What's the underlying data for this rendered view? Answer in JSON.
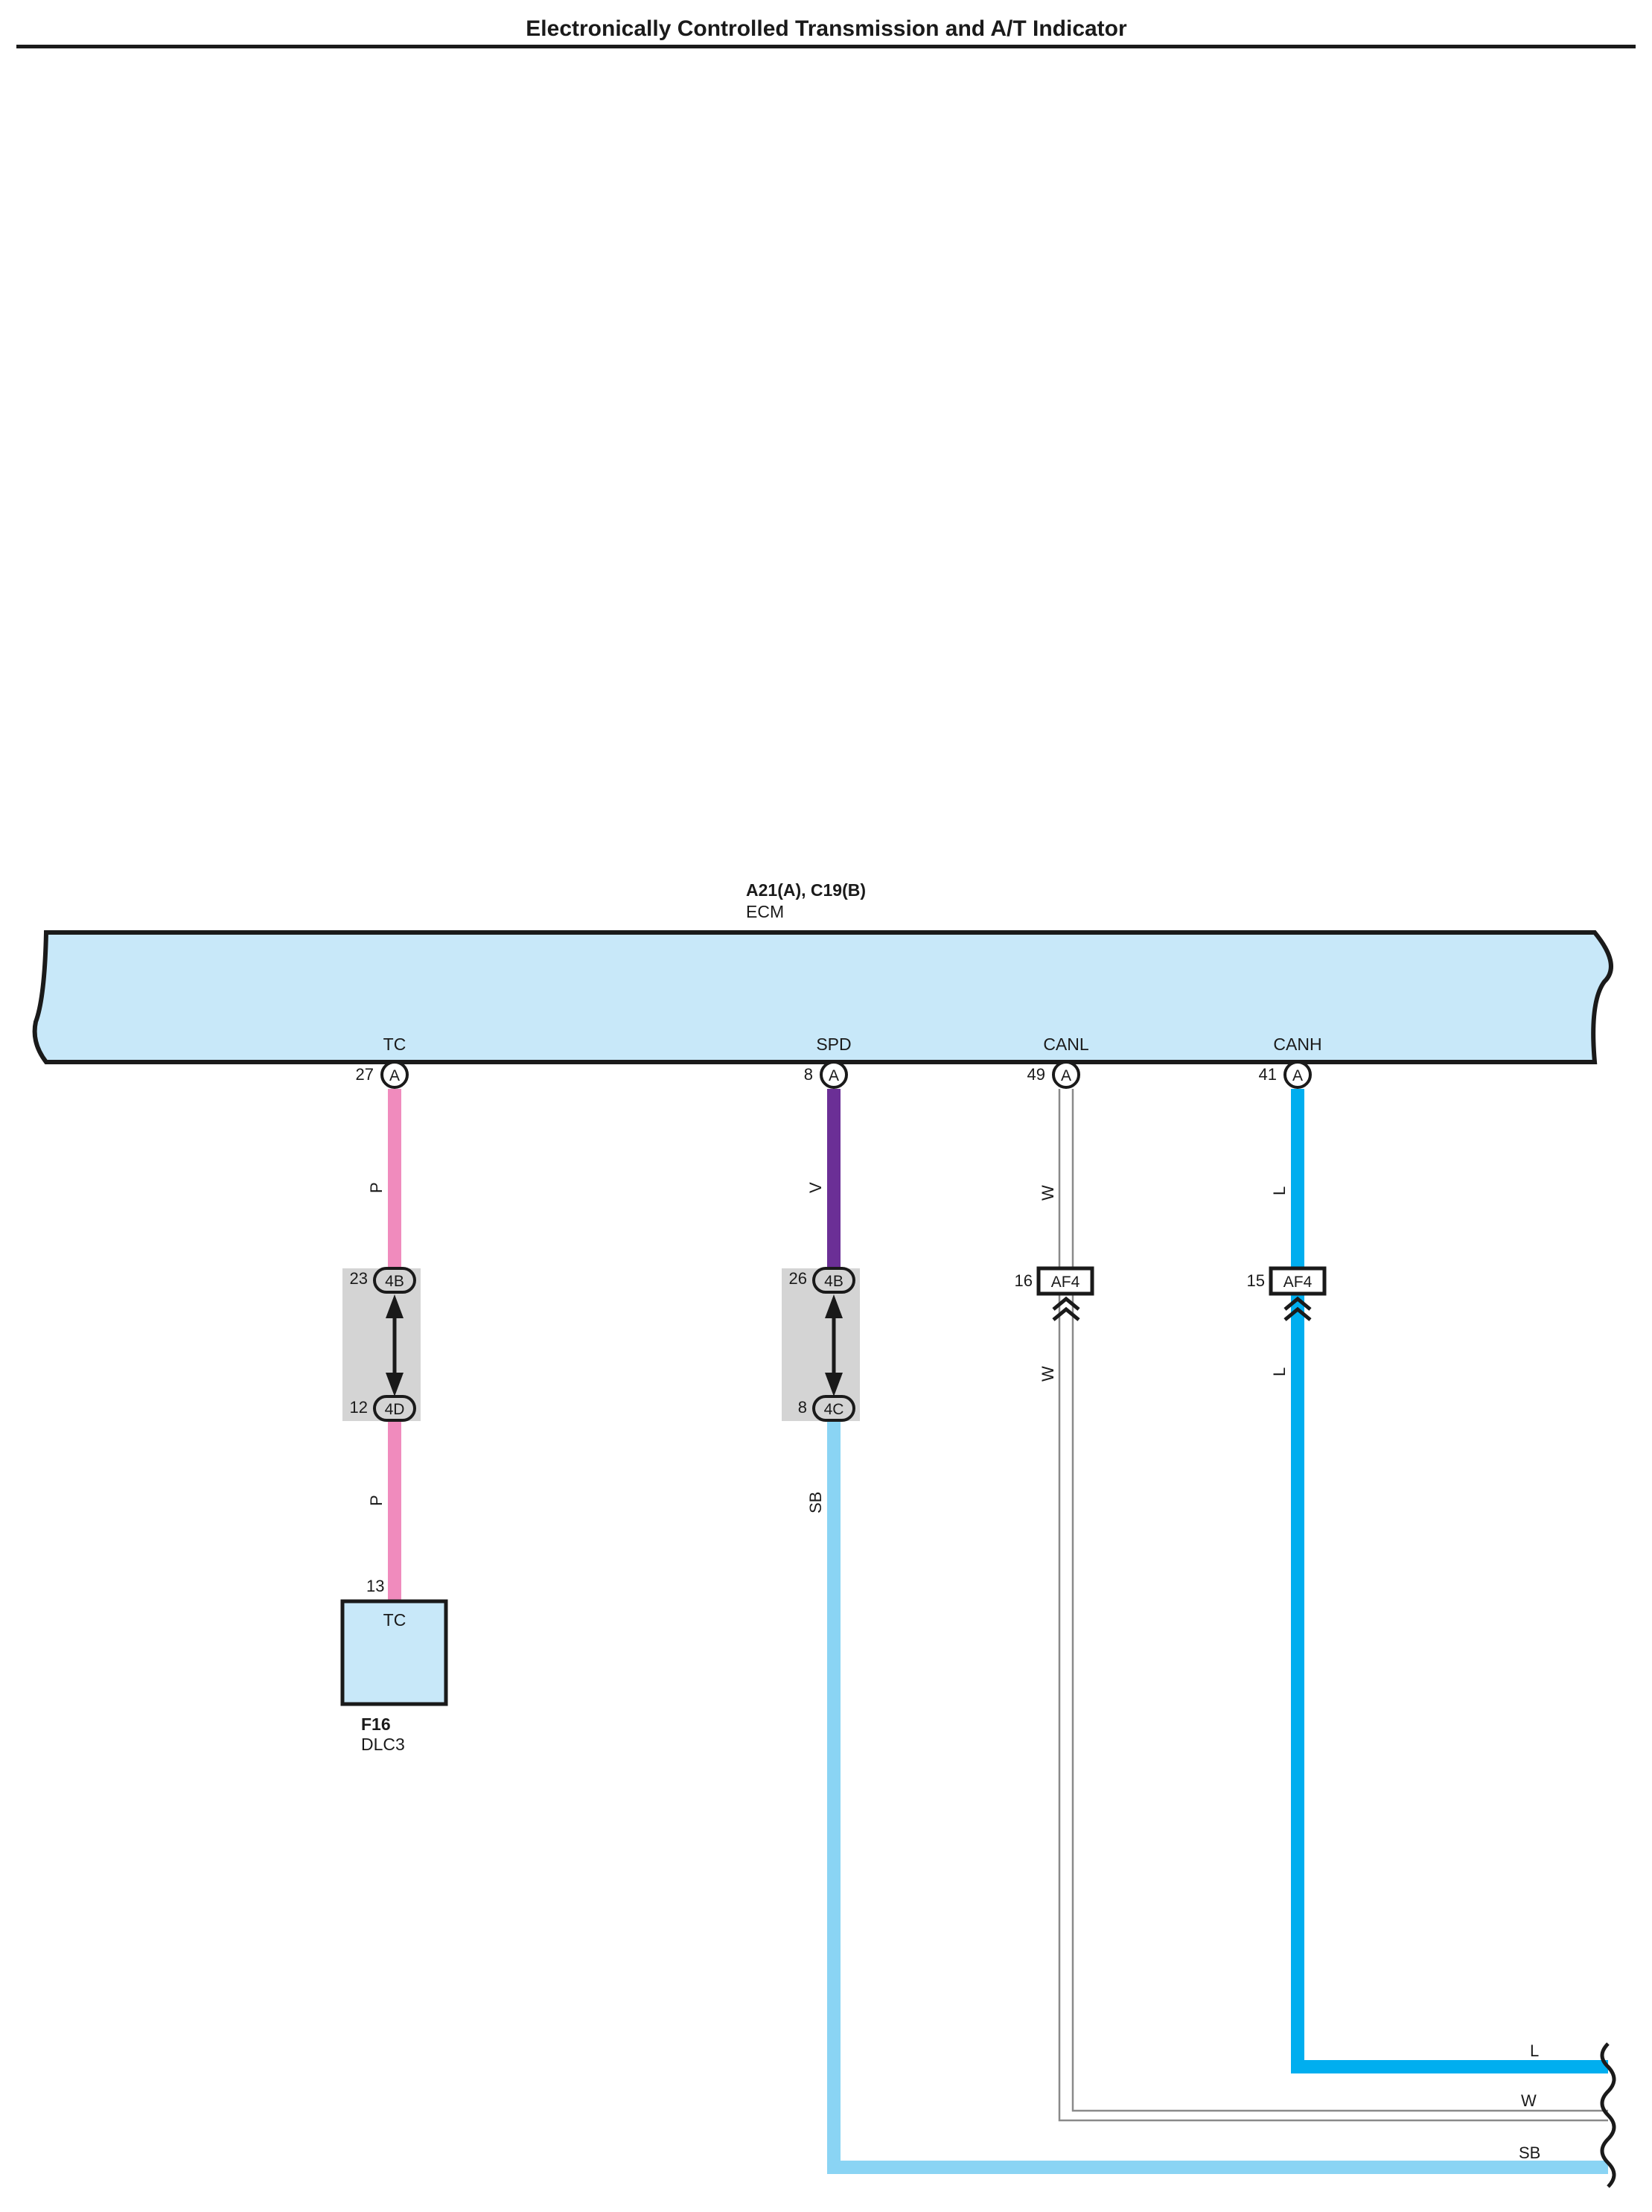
{
  "title": "Electronically Controlled Transmission and A/T Indicator",
  "ecm": {
    "code": "A21(A), C19(B)",
    "name": "ECM",
    "pins": [
      {
        "terminal": "TC",
        "pin": "27",
        "connector": "A"
      },
      {
        "terminal": "SPD",
        "pin": "8",
        "connector": "A"
      },
      {
        "terminal": "CANL",
        "pin": "49",
        "connector": "A"
      },
      {
        "terminal": "CANH",
        "pin": "41",
        "connector": "A"
      }
    ]
  },
  "wires": {
    "tc_upper": "P",
    "tc_lower": "P",
    "spd_upper": "V",
    "spd_lower": "SB",
    "canl_upper": "W",
    "canl_lower": "W",
    "canh_upper": "L",
    "canh_lower": "L"
  },
  "junctions": {
    "tc_top": {
      "pin": "23",
      "conn": "4B"
    },
    "tc_bottom": {
      "pin": "12",
      "conn": "4D"
    },
    "spd_top": {
      "pin": "26",
      "conn": "4B"
    },
    "spd_bottom": {
      "pin": "8",
      "conn": "4C"
    },
    "canl": {
      "pin": "16",
      "conn": "AF4"
    },
    "canh": {
      "pin": "15",
      "conn": "AF4"
    }
  },
  "dlc3": {
    "pin": "13",
    "terminal": "TC",
    "code": "F16",
    "name": "DLC3"
  },
  "continuation_labels": [
    "L",
    "W",
    "SB"
  ],
  "colors": {
    "ecm_fill": "#c8e8f9",
    "pink_wire": "#f08bbd",
    "violet_wire": "#6b2f96",
    "sky_blue_wire": "#8ad4f4",
    "blue_wire": "#00aeef",
    "white_wire": "#8a8a8a",
    "junction_block": "#d4d4d4"
  }
}
